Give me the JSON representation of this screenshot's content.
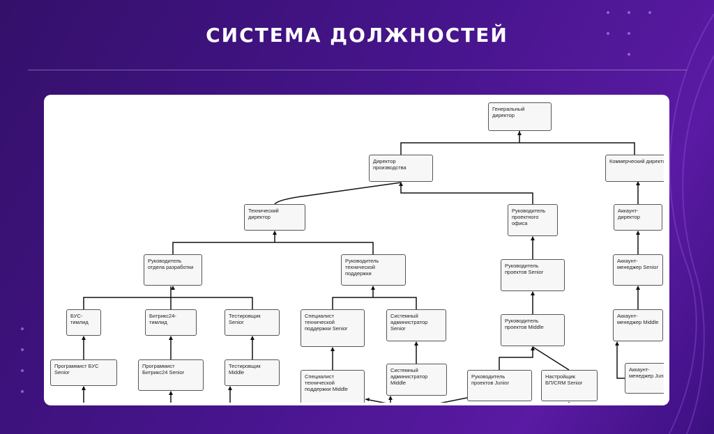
{
  "title": "СИСТЕМА ДОЛЖНОСТЕЙ",
  "colors": {
    "background": "#45148a",
    "card": "#ffffff",
    "box_fill": "#f7f7f7",
    "line": "#111111"
  },
  "nodes": {
    "ceo": "Генеральный директор",
    "production_director": "Директор производства",
    "commercial_director": "Коммерческий директор",
    "technical_director": "Технический директор",
    "pmo_head": "Руководитель проектного офиса",
    "account_director": "Аккаунт-директор",
    "dev_head": "Руководитель отдела разработки",
    "support_head": "Руководитель технической поддержки",
    "pm_senior": "Руководитель проектов Senior",
    "am_senior": "Аккаунт-менеджер Senior",
    "bus_teamlead": "БУС-тимлид",
    "b24_teamlead": "Битрикс24-тимлид",
    "qa_senior": "Тестировщик Senior",
    "support_senior": "Специалист технической поддержки Senior",
    "sysadmin_senior": "Системный администратор Senior",
    "pm_middle": "Руководитель проектов Middle",
    "am_middle": "Аккаунт-менеджер Middle",
    "bus_dev_senior": "Программист БУС Senior",
    "b24_dev_senior": "Программист Битрикс24 Senior",
    "qa_middle": "Тестировщик Middle",
    "support_middle": "Специалист технической поддержки Middle",
    "sysadmin_middle": "Системный администратор Middle",
    "pm_junior": "Руководитель проектов Junior",
    "crm_configurator_senior": "Настройщик БП/CRM Senior",
    "am_junior": "Аккаунт-менеджер Junior"
  }
}
